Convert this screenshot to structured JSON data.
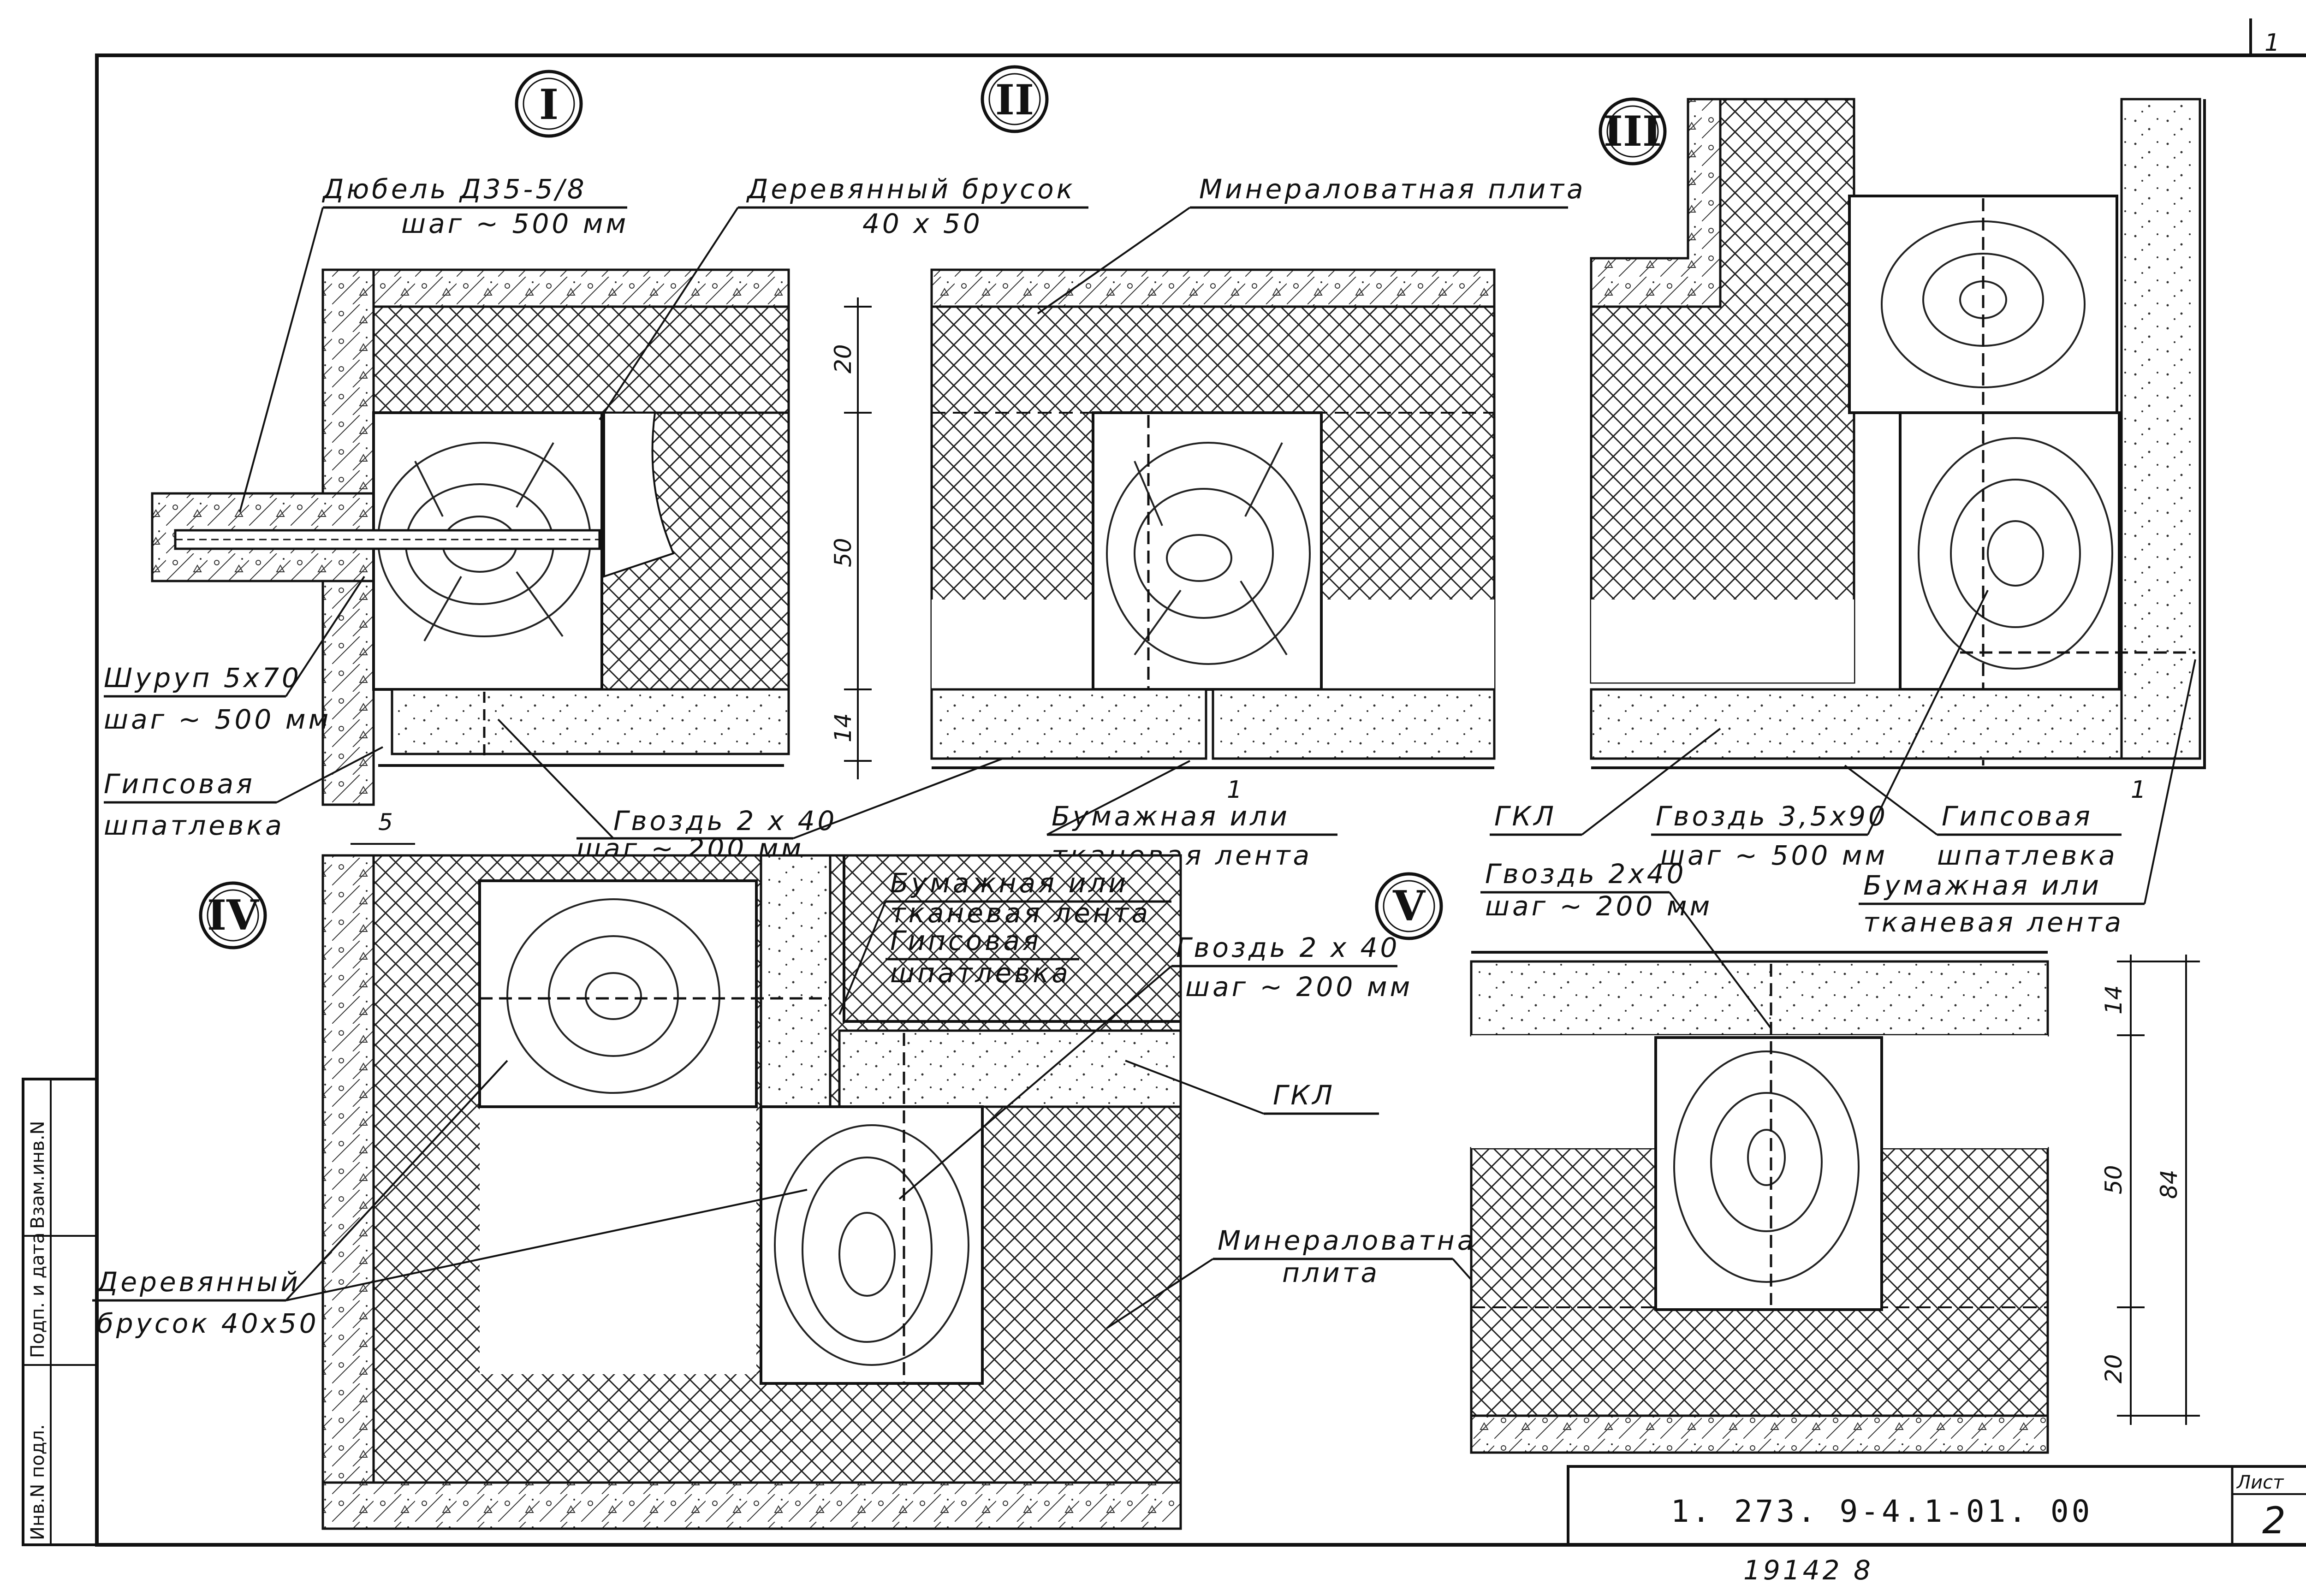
{
  "sheet": {
    "code": "1. 273. 9-4.1-01. 00",
    "sheet_label": "Лист",
    "sheet_number": "2",
    "bottom_note": "19142   8",
    "corner_mark": "1"
  },
  "side_stamp": {
    "inv_podl": "Инв.N подл.",
    "podp_data": "Подп. и дата",
    "vzam_inv": "Взам.инв.N"
  },
  "details": {
    "d1": {
      "number": "I",
      "dowel_line1": "Дюбель Д35-5/8",
      "dowel_line2": "шаг ~ 500 мм",
      "screw_line1": "Шуруп 5х70",
      "screw_line2": "шаг ~ 500 мм",
      "putty_line1": "Гипсовая",
      "putty_line2": "шпатлевка",
      "dim_5": "5",
      "nail_line1": "Гвоздь 2 х 40",
      "nail_line2": "шаг ~ 200 мм"
    },
    "d2": {
      "number": "II",
      "beam_line1": "Деревянный брусок",
      "beam_line2": "40 х 50",
      "wool": "Минераловатная плита",
      "dim_20": "20",
      "dim_50": "50",
      "dim_14": "14",
      "tape_line1": "Бумажная или",
      "tape_line2": "тканевая лента",
      "mark_1": "1"
    },
    "d3": {
      "number": "III",
      "gkl": "ГКЛ",
      "nail_line1": "Гвоздь 3,5х90",
      "nail_line2": "шаг ~ 500 мм",
      "putty_line1": "Гипсовая",
      "putty_line2": "шпатлевка",
      "tape_line1": "Бумажная или",
      "tape_line2": "тканевая лента",
      "mark_1": "1"
    },
    "d4": {
      "number": "IV",
      "tape_line1": "Бумажная или",
      "tape_line2": "тканевая лента",
      "putty_line1": "Гипсовая",
      "putty_line2": "шпатлевка",
      "nail_line1": "Гвоздь 2 х 40",
      "nail_line2": "шаг ~ 200 мм",
      "gkl": "ГКЛ",
      "beam_line1": "Деревянный",
      "beam_line2": "брусок 40х50",
      "wool_line1": "Минераловатная",
      "wool_line2": "плита"
    },
    "d5": {
      "number": "V",
      "nail_line1": "Гвоздь 2х40",
      "nail_line2": "шаг ~ 200 мм",
      "dim_14": "14",
      "dim_50": "50",
      "dim_84": "84",
      "dim_20": "20"
    }
  }
}
